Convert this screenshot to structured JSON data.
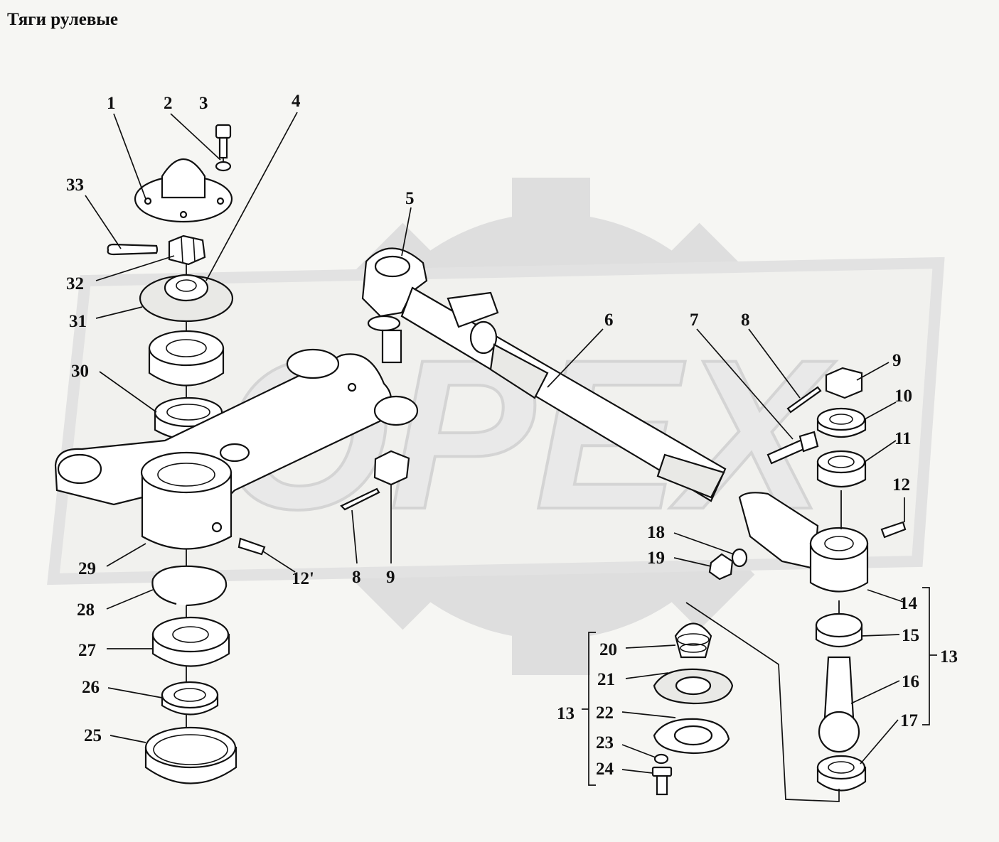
{
  "title": "Тяги рулевые",
  "watermark": {
    "text": "OPEX",
    "gear_color": "#dedede"
  },
  "callouts": [
    {
      "text": "1"
    },
    {
      "text": "2"
    },
    {
      "text": "3"
    },
    {
      "text": "4"
    },
    {
      "text": "33"
    },
    {
      "text": "5"
    },
    {
      "text": "32"
    },
    {
      "text": "31"
    },
    {
      "text": "6"
    },
    {
      "text": "7"
    },
    {
      "text": "8"
    },
    {
      "text": "9"
    },
    {
      "text": "30"
    },
    {
      "text": "10"
    },
    {
      "text": "11"
    },
    {
      "text": "12"
    },
    {
      "text": "18"
    },
    {
      "text": "19"
    },
    {
      "text": "29"
    },
    {
      "text": "12'"
    },
    {
      "text": "8"
    },
    {
      "text": "9"
    },
    {
      "text": "14"
    },
    {
      "text": "28"
    },
    {
      "text": "15"
    },
    {
      "text": "13"
    },
    {
      "text": "20"
    },
    {
      "text": "27"
    },
    {
      "text": "21"
    },
    {
      "text": "16"
    },
    {
      "text": "26"
    },
    {
      "text": "13"
    },
    {
      "text": "22"
    },
    {
      "text": "17"
    },
    {
      "text": "25"
    },
    {
      "text": "23"
    },
    {
      "text": "24"
    }
  ]
}
